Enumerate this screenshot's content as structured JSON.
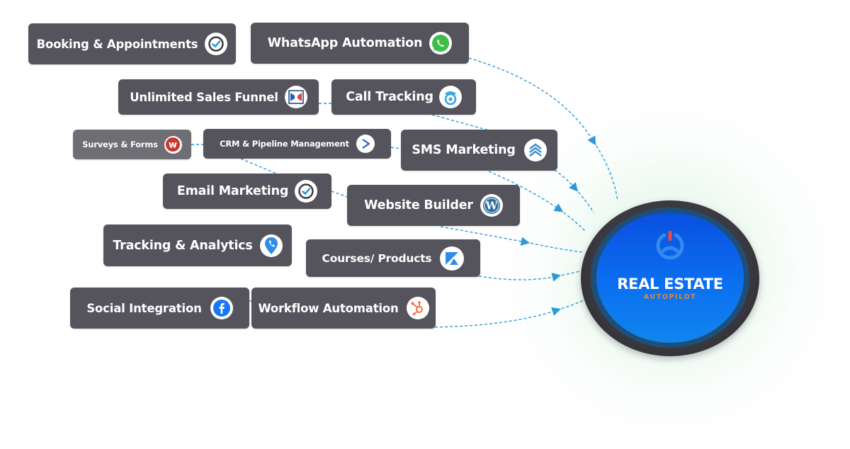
{
  "hub": {
    "title": "REAL ESTATE",
    "subtitle": "AUTOPILOT",
    "logo_icon": "power-steering-logo-icon",
    "colors": {
      "inner": "#0b6ff0",
      "ring": "#1f4f78",
      "outer": "#2f2e34",
      "subtitle": "#d98a4a",
      "power_accent": "#f04a3a"
    }
  },
  "connector_color": "#2b9ad6",
  "features": [
    {
      "id": "booking",
      "label": "Booking & Appointments",
      "icon": "check-circle-icon"
    },
    {
      "id": "whatsapp",
      "label": "WhatsApp Automation",
      "icon": "whatsapp-icon"
    },
    {
      "id": "funnel",
      "label": "Unlimited Sales Funnel",
      "icon": "clickfunnels-icon"
    },
    {
      "id": "call",
      "label": "Call Tracking",
      "icon": "call-tracking-icon"
    },
    {
      "id": "surveys",
      "label": "Surveys & Forms",
      "icon": "wufoo-icon"
    },
    {
      "id": "crm",
      "label": "CRM & Pipeline Management",
      "icon": "activecampaign-chevron-icon"
    },
    {
      "id": "sms",
      "label": "SMS Marketing",
      "icon": "stacked-chevrons-icon"
    },
    {
      "id": "email",
      "label": "Email Marketing",
      "icon": "check-circle-icon"
    },
    {
      "id": "website",
      "label": "Website Builder",
      "icon": "wordpress-icon"
    },
    {
      "id": "tracking",
      "label": "Tracking & Analytics",
      "icon": "location-pin-phone-icon"
    },
    {
      "id": "courses",
      "label": "Courses/ Products",
      "icon": "kajabi-icon"
    },
    {
      "id": "social",
      "label": "Social Integration",
      "icon": "facebook-icon"
    },
    {
      "id": "workflow",
      "label": "Workflow Automation",
      "icon": "hubspot-icon"
    }
  ]
}
